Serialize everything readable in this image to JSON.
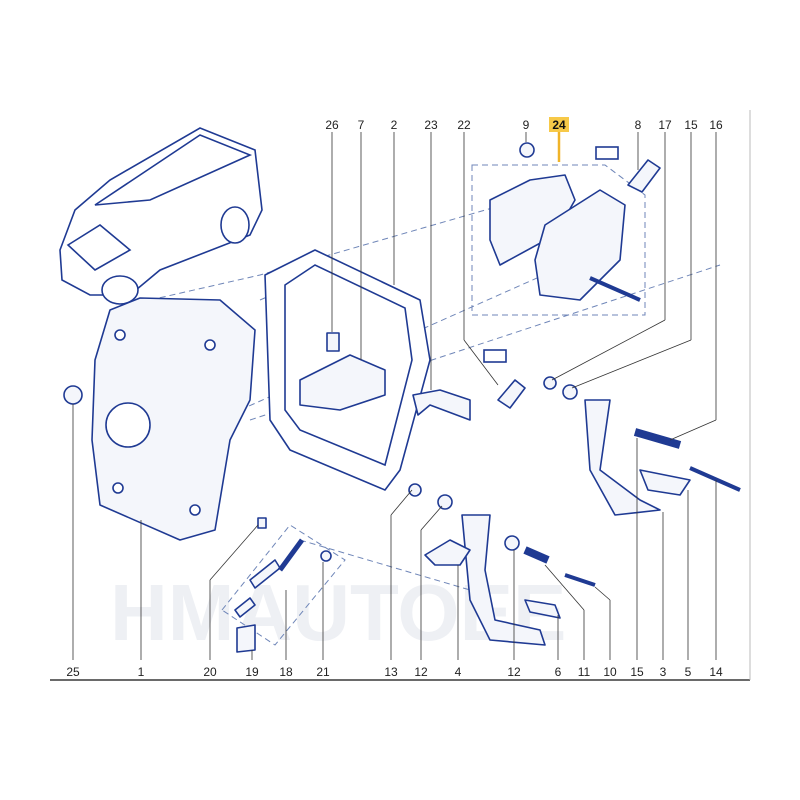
{
  "diagram": {
    "title_highlight_color": "#f7c948",
    "line_color": "#1f3a93",
    "watermark": "HMAUTOEE",
    "top_callouts": [
      "26",
      "7",
      "2",
      "23",
      "22",
      "9",
      "24",
      "8",
      "17",
      "15",
      "16"
    ],
    "bottom_callouts": [
      "25",
      "1",
      "20",
      "19",
      "18",
      "21",
      "13",
      "12",
      "4",
      "12",
      "6",
      "11",
      "10",
      "15",
      "3",
      "5",
      "14"
    ],
    "highlighted_callout": "24"
  }
}
